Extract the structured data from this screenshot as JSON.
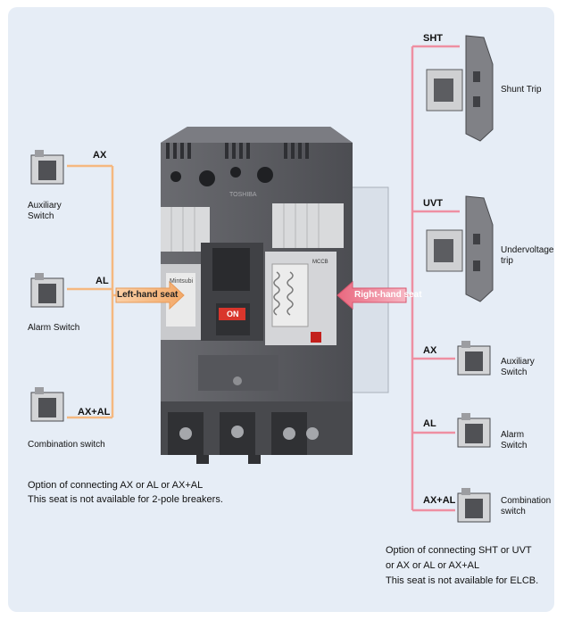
{
  "left": {
    "seat_label": "Left-hand seat",
    "items": [
      {
        "code": "AX",
        "name_line1": "Auxiliary",
        "name_line2": "Switch"
      },
      {
        "code": "AL",
        "name_line1": "Alarm Switch",
        "name_line2": ""
      },
      {
        "code": "AX+AL",
        "name_line1": "Combination switch",
        "name_line2": ""
      }
    ],
    "note_line1": "Option of connecting AX or AL or AX+AL",
    "note_line2": "This seat is not available for 2-pole breakers."
  },
  "right": {
    "seat_label": "Right-hand seat",
    "items": [
      {
        "code": "SHT",
        "name_line1": "Shunt Trip",
        "name_line2": ""
      },
      {
        "code": "UVT",
        "name_line1": "Undervoltage",
        "name_line2": "trip"
      },
      {
        "code": "AX",
        "name_line1": "Auxiliary",
        "name_line2": "Switch"
      },
      {
        "code": "AL",
        "name_line1": "Alarm",
        "name_line2": "Switch"
      },
      {
        "code": "AX+AL",
        "name_line1": "Combination",
        "name_line2": "switch"
      }
    ],
    "note_line1": "Option of connecting SHT or UVT",
    "note_line2": "or AX or AL or AX+AL",
    "note_line3": "This seat is not available for ELCB."
  },
  "breaker": {
    "on_label": "ON",
    "brand_label": "TOSHIBA",
    "logo_text": "Mintsubi",
    "mccb_label": "MCCB"
  },
  "colors": {
    "left_line": "#f5b880",
    "right_line": "#ee8fa2",
    "panel_bg": "#e6edf6",
    "body": "#56575b",
    "on_button": "#d9362c"
  }
}
